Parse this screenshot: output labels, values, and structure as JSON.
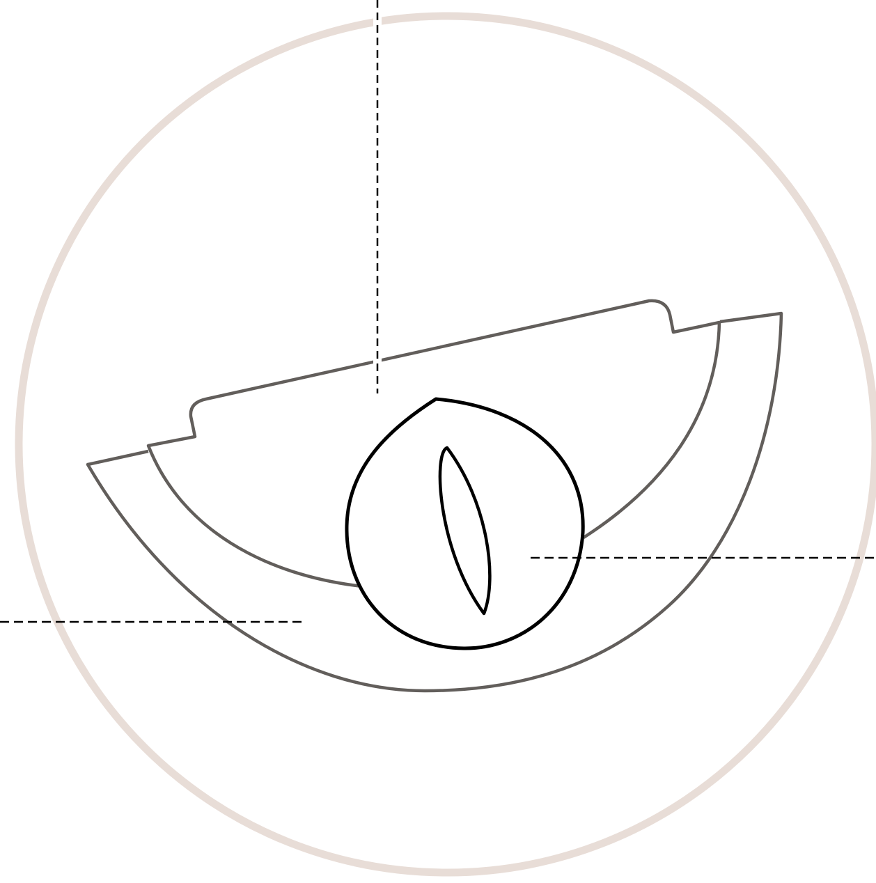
{
  "colors": {
    "background": "#ffffff",
    "outer_ring": "#e8ddd7",
    "outline_gray": "#625e5b",
    "outline_black": "#000000",
    "leader_line": "#000000"
  },
  "parts": [
    {
      "id": "outer-shell",
      "label": ""
    },
    {
      "id": "inner-shell",
      "label": ""
    },
    {
      "id": "round-part",
      "label": ""
    },
    {
      "id": "slot",
      "label": ""
    }
  ],
  "callouts": [
    {
      "id": "callout-top",
      "text": ""
    },
    {
      "id": "callout-right",
      "text": ""
    },
    {
      "id": "callout-left",
      "text": ""
    }
  ]
}
